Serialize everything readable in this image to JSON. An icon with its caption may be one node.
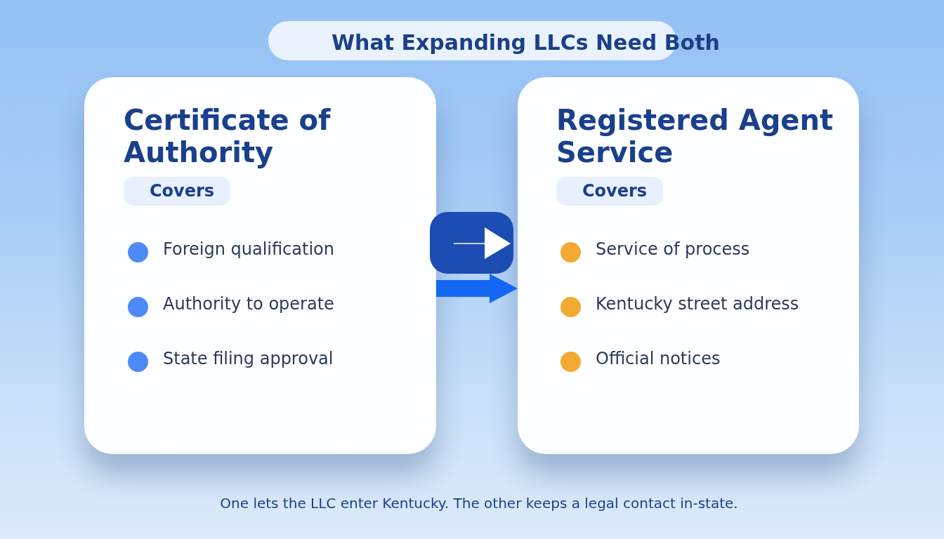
{
  "diagram": {
    "title": "What Expanding LLCs Need Both",
    "caption": "One lets the LLC enter Kentucky. The other keeps a legal contact in-state.",
    "nodes": [
      {
        "text": [
          "Certificate of Authority",
          "Foreign qualification",
          "Authority to operate",
          "State filing approval"
        ]
      },
      {
        "text": [
          "Covers"
        ],
        "in": 0
      },
      {
        "text": [
          "Registered Agent Service",
          "Service of process",
          "Kentucky street address",
          "Official notices"
        ]
      },
      {
        "text": [
          "Covers"
        ],
        "in": 2
      }
    ],
    "edges": [
      {
        "from": 0,
        "to": 2,
        "arrow": "to"
      }
    ]
  }
}
